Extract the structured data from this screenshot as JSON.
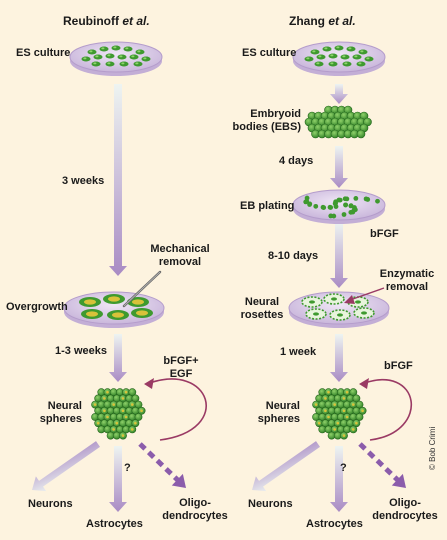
{
  "left_column": {
    "title": "Reubinoff",
    "title_suffix": "et al.",
    "es_culture": "ES culture",
    "duration_1": "3 weeks",
    "mechanical_removal_1": "Mechanical",
    "mechanical_removal_2": "removal",
    "overgrowth": "Overgrowth",
    "duration_2": "1-3 weeks",
    "growth_factor_1": "bFGF+",
    "growth_factor_2": "EGF",
    "neural_spheres_1": "Neural",
    "neural_spheres_2": "spheres",
    "neurons": "Neurons",
    "astrocytes": "Astrocytes",
    "oligo_1": "Oligo-",
    "oligo_2": "dendrocytes",
    "question": "?"
  },
  "right_column": {
    "title": "Zhang",
    "title_suffix": "et al.",
    "es_culture": "ES culture",
    "embryoid_1": "Embryoid",
    "embryoid_2": "bodies (EBS)",
    "duration_1": "4 days",
    "eb_plating": "EB plating",
    "factor_1": "bFGF",
    "duration_2": "8-10 days",
    "enzymatic_1": "Enzymatic",
    "enzymatic_2": "removal",
    "rosettes_1": "Neural",
    "rosettes_2": "rosettes",
    "duration_3": "1 week",
    "factor_2": "bFGF",
    "neural_spheres_1": "Neural",
    "neural_spheres_2": "spheres",
    "neurons": "Neurons",
    "astrocytes": "Astrocytes",
    "oligo_1": "Oligo-",
    "oligo_2": "dendrocytes",
    "question": "?"
  },
  "credit": "© Bob Crimi",
  "colors": {
    "background": "#fdf3df",
    "dish_rim": "#c3aed6",
    "dish_fill": "#e4d6ee",
    "cell_green": "#3f9a2f",
    "cell_yellow": "#d8c23a",
    "arrow_top": "#ecf2f0",
    "arrow_bottom": "#a98bc4",
    "loop_arrow": "#9a3a64",
    "dashed_arrow": "#8b5cab"
  },
  "icons": [
    "petri-dish",
    "embryoid-body-cluster",
    "neural-sphere",
    "rosette-colony"
  ]
}
